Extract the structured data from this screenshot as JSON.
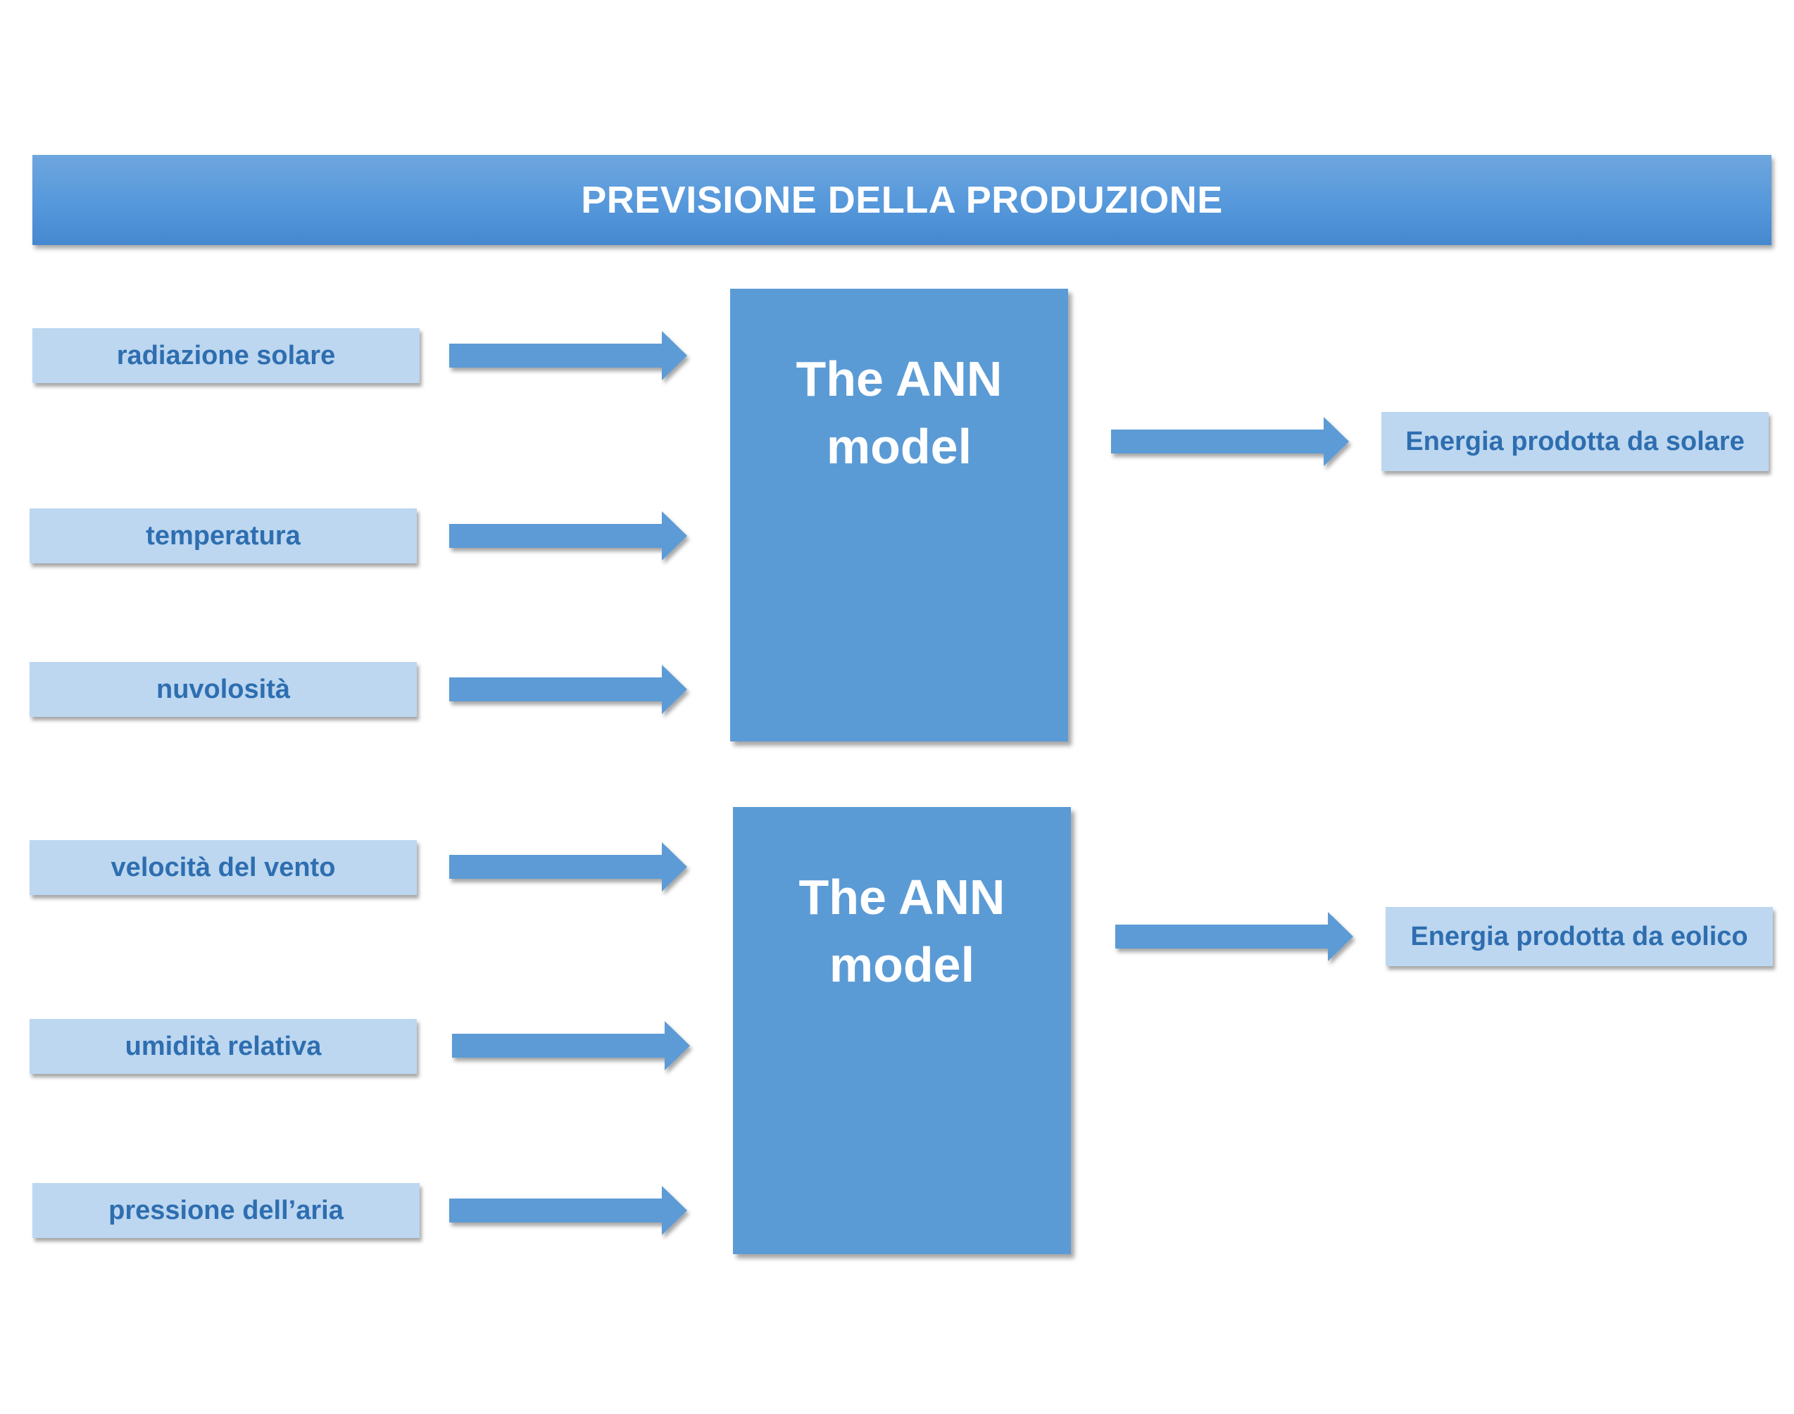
{
  "title": "PREVISIONE DELLA PRODUZIONE",
  "models": [
    {
      "line1": "The ANN",
      "line2": "model"
    },
    {
      "line1": "The ANN",
      "line2": "model"
    }
  ],
  "inputs": [
    "radiazione solare",
    "temperatura",
    "nuvolosità",
    "velocità del vento",
    "umidità relativa",
    "pressione dell’aria"
  ],
  "outputs": [
    "Energia prodotta da solare",
    "Energia prodotta da eolico"
  ],
  "colors": {
    "title_bar": "#5598db",
    "input_box": "#bdd7f0",
    "input_text": "#2e6eb0",
    "model_box": "#5b9bd5",
    "arrow": "#5b9bd5"
  }
}
